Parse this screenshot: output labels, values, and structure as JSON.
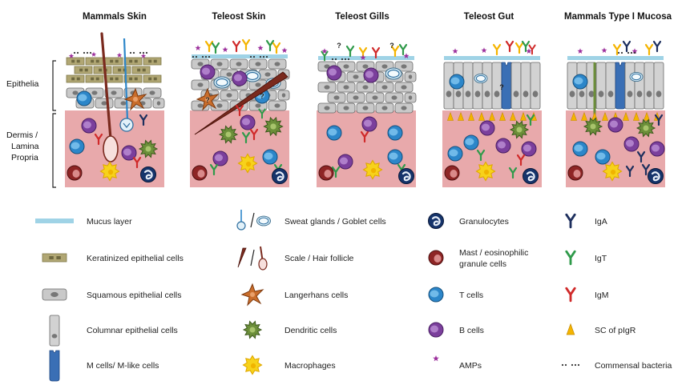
{
  "panels": [
    {
      "key": "mammals_skin",
      "title": "Mammals Skin"
    },
    {
      "key": "teleost_skin",
      "title": "Teleost Skin"
    },
    {
      "key": "teleost_gills",
      "title": "Teleost Gills"
    },
    {
      "key": "teleost_gut",
      "title": "Teleost Gut"
    },
    {
      "key": "mammals_mucosa",
      "title": "Mammals Type I Mucosa"
    }
  ],
  "side_labels": {
    "epithelia": "Epithelia",
    "dermis_lines": [
      "Dermis /",
      "Lamina",
      "Propria"
    ]
  },
  "unknown_mark": "?",
  "legend": [
    {
      "id": "mucus",
      "label": "Mucus layer",
      "icon": "mucus-layer-icon"
    },
    {
      "id": "keratinized",
      "label": "Keratinized epithelial cells",
      "icon": "keratinized-cell-icon"
    },
    {
      "id": "squamous",
      "label": "Squamous epithelial cells",
      "icon": "squamous-cell-icon"
    },
    {
      "id": "columnar",
      "label": "Columnar epithelial cells",
      "icon": "columnar-cell-icon"
    },
    {
      "id": "mcell",
      "label": "M cells/ M-like cells",
      "icon": "m-cell-icon"
    },
    {
      "id": "glands",
      "label": "Sweat glands / Goblet cells",
      "icon": "sweat-gland-goblet-icon"
    },
    {
      "id": "scale",
      "label": "Scale / Hair follicle",
      "icon": "scale-hair-icon"
    },
    {
      "id": "langerhans",
      "label": "Langerhans cells",
      "icon": "langerhans-cell-icon"
    },
    {
      "id": "dendritic",
      "label": "Dendritic cells",
      "icon": "dendritic-cell-icon"
    },
    {
      "id": "macrophage",
      "label": "Macrophages",
      "icon": "macrophage-icon"
    },
    {
      "id": "granulocyte",
      "label": "Granulocytes",
      "icon": "granulocyte-icon"
    },
    {
      "id": "mast",
      "label": "Mast / eosinophilic",
      "label2": "granule cells",
      "icon": "mast-cell-icon"
    },
    {
      "id": "tcell",
      "label": "T cells",
      "icon": "t-cell-icon"
    },
    {
      "id": "bcell",
      "label": "B cells",
      "icon": "b-cell-icon"
    },
    {
      "id": "amp",
      "label": "AMPs",
      "icon": "amp-star-icon"
    },
    {
      "id": "iga",
      "label": "IgA",
      "icon": "iga-icon"
    },
    {
      "id": "igt",
      "label": "IgT",
      "icon": "igt-icon"
    },
    {
      "id": "igm",
      "label": "IgM",
      "icon": "igm-icon"
    },
    {
      "id": "sc",
      "label": "SC of pIgR",
      "icon": "sc-pigr-icon"
    },
    {
      "id": "bacteria",
      "label": "Commensal bacteria",
      "icon": "bacteria-dots-icon"
    }
  ],
  "colors": {
    "mucus": "#9fd3e6",
    "keratin": "#b1a774",
    "keratin_dark": "#6e6840",
    "squamous": "#c9c9c9",
    "cell_stroke": "#6a6a6a",
    "tissue": "#e8a9ab",
    "tcell": "#2c86c9",
    "bcell": "#7b3f9c",
    "mast": "#8e2525",
    "granulocyte": "#16346b",
    "macrophage": "#f7d21a",
    "dendritic": "#6c8f3a",
    "langerhans": "#c96d2b",
    "scale": "#7a2a1e",
    "mcell": "#3a6fb5",
    "iga": "#1d2f5e",
    "igt": "#2f9a4a",
    "igm": "#d02a2a",
    "sc": "#f4b400",
    "amp": "#9b2d9b"
  }
}
